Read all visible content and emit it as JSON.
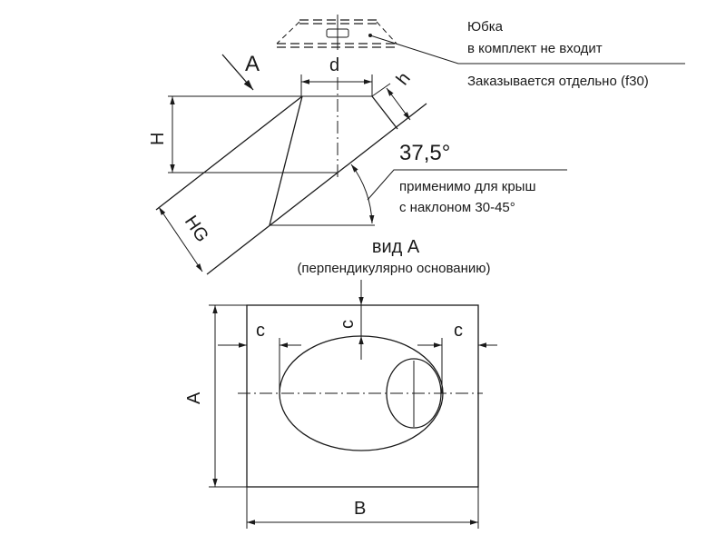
{
  "skirt_note": {
    "title": "Юбка",
    "line2": "в комплект не входит",
    "order": "Заказывается отдельно (f30)"
  },
  "labels": {
    "view_arrow": "A",
    "d": "d",
    "h": "h",
    "H": "H",
    "HG": "HG",
    "angle": "37,5°",
    "angle_note1": "применимо для крыш",
    "angle_note2": "с наклоном 30-45°",
    "view_title": "вид А",
    "view_sub": "(перпендикулярно основанию)",
    "c_top": "c",
    "c_left": "c",
    "c_right": "c",
    "A_dim": "A",
    "B_dim": "B"
  }
}
